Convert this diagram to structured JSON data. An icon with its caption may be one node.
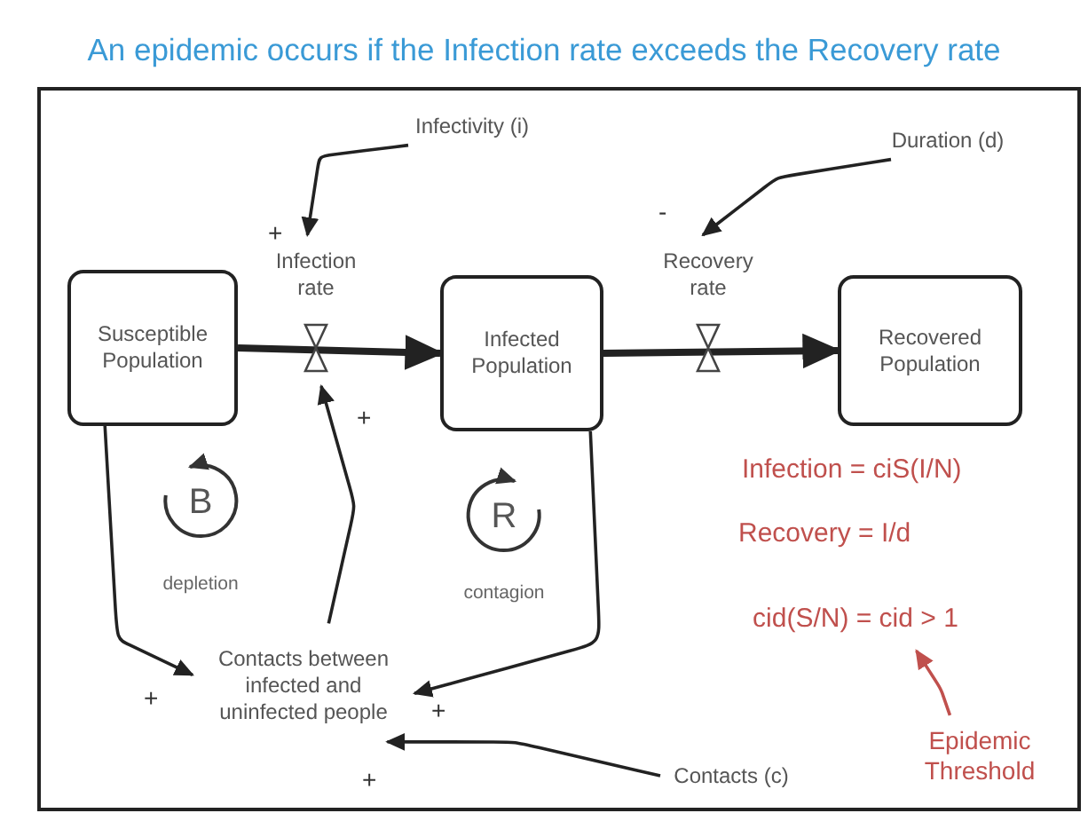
{
  "diagram": {
    "title": "An epidemic occurs if the Infection rate exceeds the Recovery rate",
    "nodes": [
      {
        "text": [
          "Susceptible Population"
        ]
      },
      {
        "text": [
          "Infected Population"
        ]
      },
      {
        "text": [
          "Recovered Population"
        ]
      },
      {
        "text": [
          "Infection rate"
        ]
      },
      {
        "text": [
          "Recovery rate"
        ]
      },
      {
        "text": [
          "Infectivity (i)"
        ]
      },
      {
        "text": [
          "Duration (d)"
        ]
      },
      {
        "text": [
          "B"
        ],
        "beside": [
          "depletion"
        ]
      },
      {
        "text": [
          "R"
        ],
        "beside": [
          "contagion"
        ]
      },
      {
        "text": [
          "Contacts between infected and uninfected people"
        ]
      },
      {
        "text": [
          "Contacts (c)"
        ]
      },
      {
        "text": [
          "cid(S/N) = cid > 1"
        ]
      },
      {
        "text": [
          "Epidemic Threshold"
        ]
      }
    ],
    "edges": [
      {
        "from": 0,
        "to": 1,
        "arrow": "to",
        "style": "thick"
      },
      {
        "from": 1,
        "to": 2,
        "arrow": "to",
        "style": "thick"
      },
      {
        "from": 5,
        "to": 3,
        "arrow": "to",
        "label": "+"
      },
      {
        "from": 6,
        "to": 4,
        "arrow": "to",
        "label": "-"
      },
      {
        "from": 0,
        "to": 9,
        "arrow": "to",
        "label": "+"
      },
      {
        "from": 9,
        "to": 3,
        "arrow": "to",
        "label": "+"
      },
      {
        "from": 1,
        "to": 9,
        "arrow": "to",
        "label": "+"
      },
      {
        "from": 10,
        "to": 9,
        "arrow": "to",
        "label": "+"
      },
      {
        "from": 12,
        "to": 11,
        "arrow": "to",
        "color": "#c0504d"
      }
    ],
    "labels": [
      "Infection = ciS(I/N)",
      "Recovery = I/d"
    ]
  }
}
